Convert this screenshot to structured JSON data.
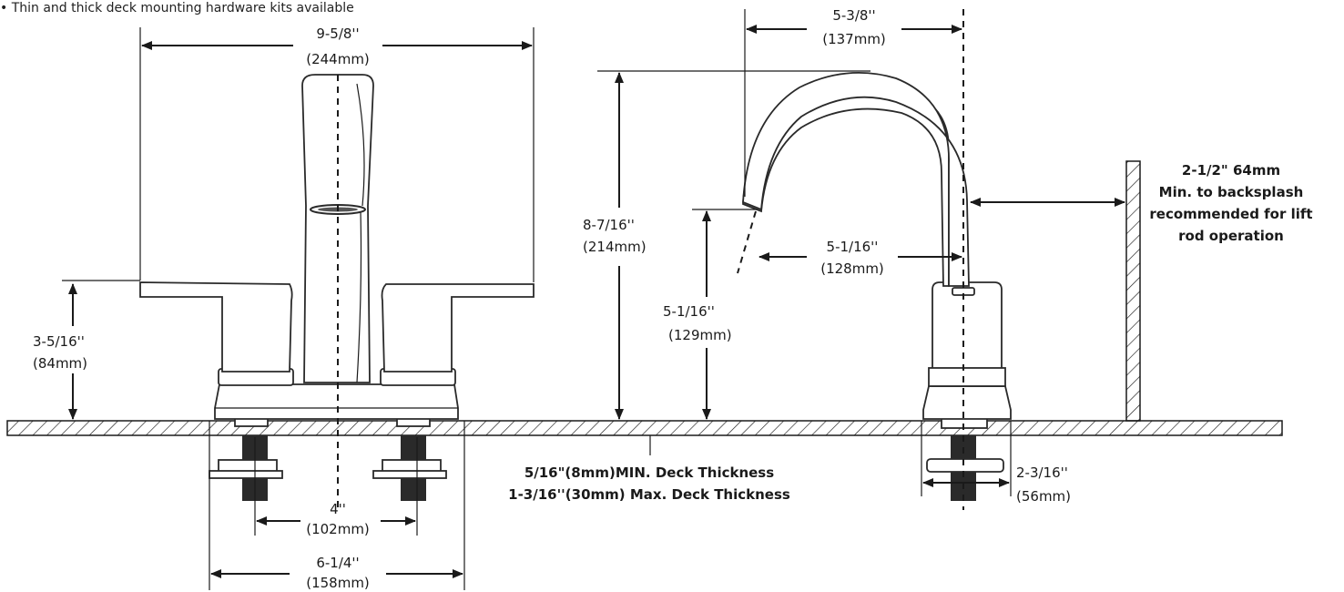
{
  "note": "• Thin and thick deck mounting hardware kits available",
  "dimensions": {
    "overall_width": {
      "imperial": "9-5/8''",
      "metric": "(244mm)"
    },
    "handle_height": {
      "imperial": "3-5/16''",
      "metric": "(84mm)"
    },
    "center_spacing": {
      "imperial": "4''",
      "metric": "(102mm)"
    },
    "base_width": {
      "imperial": "6-1/4''",
      "metric": "(158mm)"
    },
    "spout_reach_top": {
      "imperial": "5-3/8''",
      "metric": "(137mm)"
    },
    "overall_height": {
      "imperial": "8-7/16''",
      "metric": "(214mm)"
    },
    "spout_reach": {
      "imperial": "5-1/16''",
      "metric": "(128mm)"
    },
    "spout_height": {
      "imperial": "5-1/16''",
      "metric": "(129mm)"
    },
    "base_diameter": {
      "imperial": "2-3/16''",
      "metric": "(56mm)"
    }
  },
  "backsplash_note": {
    "line1": "2-1/2\" 64mm",
    "line2": "Min. to backsplash",
    "line3": "recommended for lift",
    "line4": "rod operation"
  },
  "deck_note": {
    "line1": "5/16\"(8mm)MIN. Deck Thickness",
    "line2": "1-3/16''(30mm) Max. Deck Thickness"
  }
}
